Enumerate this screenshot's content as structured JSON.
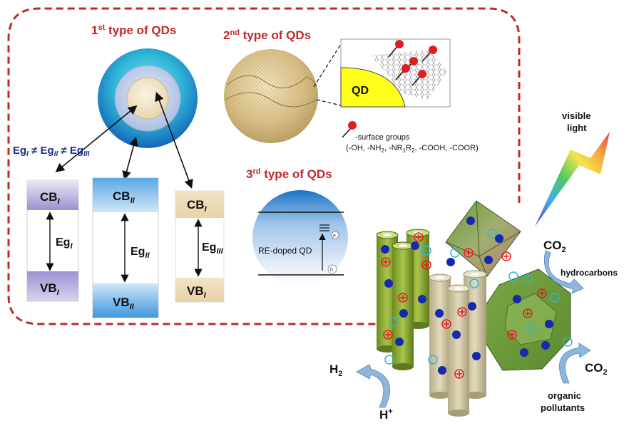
{
  "titles": {
    "type1": "1st type of QDs",
    "type1_pre": "1",
    "type1_sup": "st",
    "type1_post": " type of QDs",
    "type2_pre": "2",
    "type2_sup": "nd",
    "type2_post": " type of QDs",
    "type3_pre": "3",
    "type3_sup": "rd",
    "type3_post": " type of QDs"
  },
  "energy_relation": {
    "eg1": "Eg",
    "i1": "I",
    "neq1": " ≠ Eg",
    "i2": "II",
    "neq2": " ≠ Eg",
    "i3": "III"
  },
  "bands": {
    "box1": {
      "cb": "CB",
      "cb_sub": "I",
      "eg": "Eg",
      "eg_sub": "I",
      "vb": "VB",
      "vb_sub": "I"
    },
    "box2": {
      "cb": "CB",
      "cb_sub": "II",
      "eg": "Eg",
      "eg_sub": "II",
      "vb": "VB",
      "vb_sub": "II"
    },
    "box3": {
      "cb": "CB",
      "cb_sub": "I",
      "eg": "Eg",
      "eg_sub": "III",
      "vb": "VB",
      "vb_sub": "I"
    }
  },
  "qd_label": "QD",
  "surface_groups": {
    "line1": "-surface groups",
    "line2_a": "(-OH, -NH",
    "line2_b": "2",
    "line2_c": ", -NR",
    "line2_d": "1",
    "line2_e": "R",
    "line2_f": "2",
    "line2_g": ", -COOH, -COOR)"
  },
  "re_doped": {
    "label": "RE-doped QD",
    "electron": "e",
    "hole": "h"
  },
  "visible_light": {
    "line1": "visible",
    "line2": "light"
  },
  "reactions": {
    "co2_top": "CO",
    "co2_top_sub": "2",
    "hydrocarbons": "hydrocarbons",
    "co2_right": "CO",
    "co2_right_sub": "2",
    "organic1": "organic",
    "organic2": "pollutants",
    "h2": "H",
    "h2_sub": "2",
    "hplus": "H",
    "hplus_sup": "+"
  },
  "colors": {
    "title_red": "#c0282a",
    "dash_red": "#c0282a",
    "navy": "#1f2e8c",
    "green_rod": "#8aa832",
    "tan_rod": "#d3c9a6"
  }
}
